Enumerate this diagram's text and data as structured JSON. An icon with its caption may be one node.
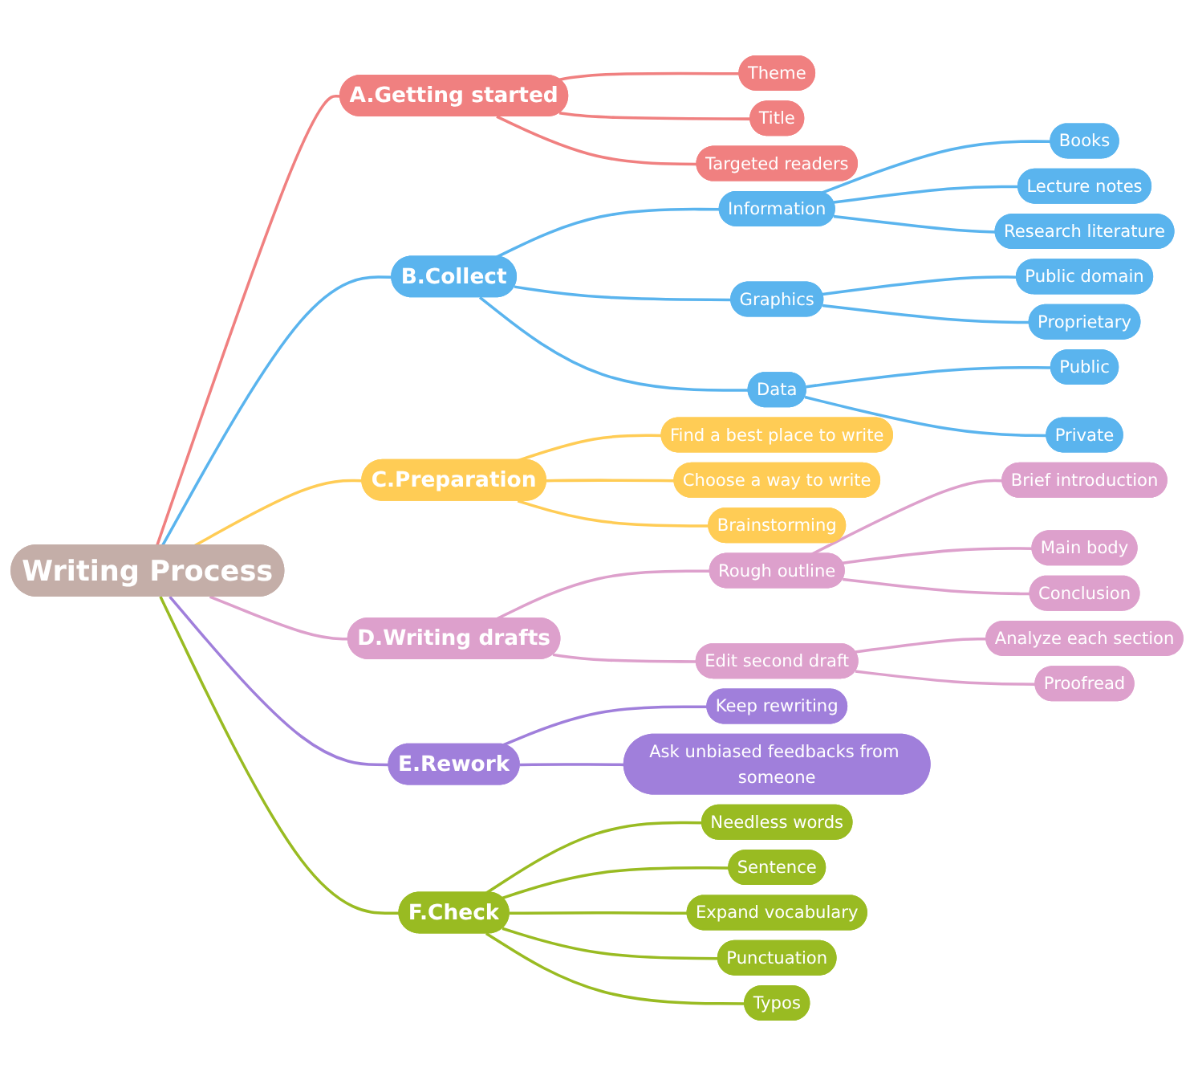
{
  "diagram": {
    "nodes": [
      {
        "text": [
          "Writing Process"
        ]
      },
      {
        "text": [
          "A.Getting started"
        ]
      },
      {
        "text": [
          "Theme"
        ]
      },
      {
        "text": [
          "Title"
        ]
      },
      {
        "text": [
          "Targeted readers"
        ]
      },
      {
        "text": [
          "B.Collect"
        ]
      },
      {
        "text": [
          "Information"
        ]
      },
      {
        "text": [
          "Books"
        ]
      },
      {
        "text": [
          "Lecture notes"
        ]
      },
      {
        "text": [
          "Research literature"
        ]
      },
      {
        "text": [
          "Graphics"
        ]
      },
      {
        "text": [
          "Public domain"
        ]
      },
      {
        "text": [
          "Proprietary"
        ]
      },
      {
        "text": [
          "Data"
        ]
      },
      {
        "text": [
          "Public"
        ]
      },
      {
        "text": [
          "Private"
        ]
      },
      {
        "text": [
          "C.Preparation"
        ]
      },
      {
        "text": [
          "Find a best place to write"
        ]
      },
      {
        "text": [
          "Choose a way to write"
        ]
      },
      {
        "text": [
          "Brainstorming"
        ]
      },
      {
        "text": [
          "D.Writing drafts"
        ]
      },
      {
        "text": [
          "Rough outline"
        ]
      },
      {
        "text": [
          "Brief introduction"
        ]
      },
      {
        "text": [
          "Main body"
        ]
      },
      {
        "text": [
          "Conclusion"
        ]
      },
      {
        "text": [
          "Edit second draft"
        ]
      },
      {
        "text": [
          "Analyze each section"
        ]
      },
      {
        "text": [
          "Proofread"
        ]
      },
      {
        "text": [
          "E.Rework"
        ]
      },
      {
        "text": [
          "Keep rewriting"
        ]
      },
      {
        "text": [
          "Ask unbiased feedbacks from someone"
        ]
      },
      {
        "text": [
          "F.Check"
        ]
      },
      {
        "text": [
          "Needless words"
        ]
      },
      {
        "text": [
          "Sentence"
        ]
      },
      {
        "text": [
          "Expand vocabulary"
        ]
      },
      {
        "text": [
          "Punctuation"
        ]
      },
      {
        "text": [
          "Typos"
        ]
      }
    ],
    "edges": [
      {
        "from": 0,
        "to": 1,
        "arrow": "none",
        "color": "#f08080"
      },
      {
        "from": 1,
        "to": 2,
        "arrow": "none",
        "color": "#f08080"
      },
      {
        "from": 1,
        "to": 3,
        "arrow": "none",
        "color": "#f08080"
      },
      {
        "from": 1,
        "to": 4,
        "arrow": "none",
        "color": "#f08080"
      },
      {
        "from": 0,
        "to": 5,
        "arrow": "none",
        "color": "#5ab4ee"
      },
      {
        "from": 5,
        "to": 6,
        "arrow": "none",
        "color": "#5ab4ee"
      },
      {
        "from": 6,
        "to": 7,
        "arrow": "none",
        "color": "#5ab4ee"
      },
      {
        "from": 6,
        "to": 8,
        "arrow": "none",
        "color": "#5ab4ee"
      },
      {
        "from": 6,
        "to": 9,
        "arrow": "none",
        "color": "#5ab4ee"
      },
      {
        "from": 5,
        "to": 10,
        "arrow": "none",
        "color": "#5ab4ee"
      },
      {
        "from": 10,
        "to": 11,
        "arrow": "none",
        "color": "#5ab4ee"
      },
      {
        "from": 10,
        "to": 12,
        "arrow": "none",
        "color": "#5ab4ee"
      },
      {
        "from": 5,
        "to": 13,
        "arrow": "none",
        "color": "#5ab4ee"
      },
      {
        "from": 13,
        "to": 14,
        "arrow": "none",
        "color": "#5ab4ee"
      },
      {
        "from": 13,
        "to": 15,
        "arrow": "none",
        "color": "#5ab4ee"
      },
      {
        "from": 0,
        "to": 16,
        "arrow": "none",
        "color": "#ffcc55"
      },
      {
        "from": 16,
        "to": 17,
        "arrow": "none",
        "color": "#ffcc55"
      },
      {
        "from": 16,
        "to": 18,
        "arrow": "none",
        "color": "#ffcc55"
      },
      {
        "from": 16,
        "to": 19,
        "arrow": "none",
        "color": "#ffcc55"
      },
      {
        "from": 0,
        "to": 20,
        "arrow": "none",
        "color": "#dda0cc"
      },
      {
        "from": 20,
        "to": 21,
        "arrow": "none",
        "color": "#dda0cc"
      },
      {
        "from": 21,
        "to": 22,
        "arrow": "none",
        "color": "#dda0cc"
      },
      {
        "from": 21,
        "to": 23,
        "arrow": "none",
        "color": "#dda0cc"
      },
      {
        "from": 21,
        "to": 24,
        "arrow": "none",
        "color": "#dda0cc"
      },
      {
        "from": 20,
        "to": 25,
        "arrow": "none",
        "color": "#dda0cc"
      },
      {
        "from": 25,
        "to": 26,
        "arrow": "none",
        "color": "#dda0cc"
      },
      {
        "from": 25,
        "to": 27,
        "arrow": "none",
        "color": "#dda0cc"
      },
      {
        "from": 0,
        "to": 28,
        "arrow": "none",
        "color": "#a07fdb"
      },
      {
        "from": 28,
        "to": 29,
        "arrow": "none",
        "color": "#a07fdb"
      },
      {
        "from": 28,
        "to": 30,
        "arrow": "none",
        "color": "#a07fdb"
      },
      {
        "from": 0,
        "to": 31,
        "arrow": "none",
        "color": "#99bb22"
      },
      {
        "from": 31,
        "to": 32,
        "arrow": "none",
        "color": "#99bb22"
      },
      {
        "from": 31,
        "to": 33,
        "arrow": "none",
        "color": "#99bb22"
      },
      {
        "from": 31,
        "to": 34,
        "arrow": "none",
        "color": "#99bb22"
      },
      {
        "from": 31,
        "to": 35,
        "arrow": "none",
        "color": "#99bb22"
      },
      {
        "from": 31,
        "to": 36,
        "arrow": "none",
        "color": "#99bb22"
      }
    ]
  }
}
